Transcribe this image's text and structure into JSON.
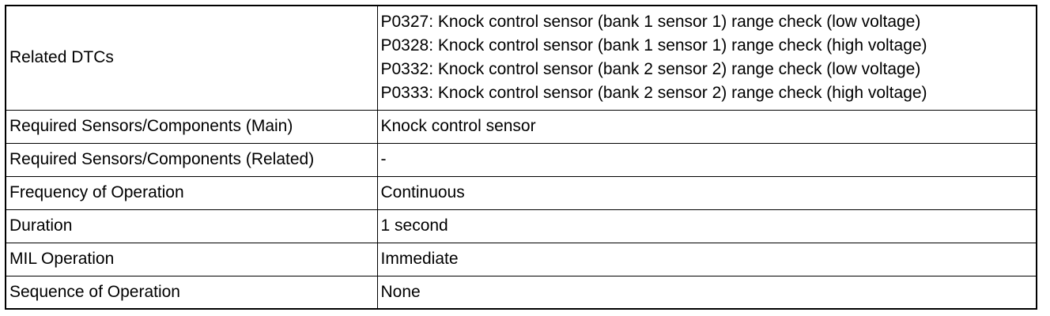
{
  "rows": [
    {
      "label": "Related DTCs",
      "values": [
        "P0327: Knock control sensor (bank 1 sensor 1) range check (low voltage)",
        "P0328: Knock control sensor (bank 1 sensor 1) range check (high voltage)",
        "P0332: Knock control sensor (bank 2 sensor 2) range check (low voltage)",
        "P0333: Knock control sensor (bank 2 sensor 2) range check (high voltage)"
      ]
    },
    {
      "label": "Required Sensors/Components (Main)",
      "value": "Knock control sensor"
    },
    {
      "label": "Required Sensors/Components (Related)",
      "value": "-"
    },
    {
      "label": "Frequency of Operation",
      "value": "Continuous"
    },
    {
      "label": "Duration",
      "value": "1 second"
    },
    {
      "label": "MIL Operation",
      "value": "Immediate"
    },
    {
      "label": "Sequence of Operation",
      "value": "None"
    }
  ]
}
